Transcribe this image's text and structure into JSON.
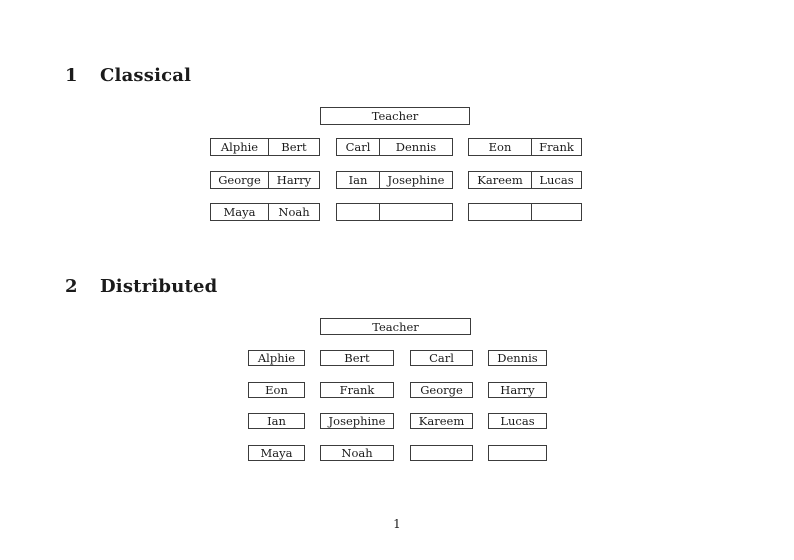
{
  "palette": {
    "background": "#ffffff",
    "border": "#3c3c3c",
    "text": "#1b1b1b"
  },
  "footer": {
    "page_number": "1"
  },
  "classical": {
    "number": "1",
    "title": "Classical",
    "teacher_label": "Teacher",
    "desks": [
      [
        [
          "Alphie",
          "Bert"
        ],
        [
          "Carl",
          "Dennis"
        ],
        [
          "Eon",
          "Frank"
        ]
      ],
      [
        [
          "George",
          "Harry"
        ],
        [
          "Ian",
          "Josephine"
        ],
        [
          "Kareem",
          "Lucas"
        ]
      ],
      [
        [
          "Maya",
          "Noah"
        ],
        [
          "",
          ""
        ],
        [
          "",
          ""
        ]
      ]
    ]
  },
  "distributed": {
    "number": "2",
    "title": "Distributed",
    "teacher_label": "Teacher",
    "seats": [
      [
        "Alphie",
        "Bert",
        "Carl",
        "Dennis"
      ],
      [
        "Eon",
        "Frank",
        "George",
        "Harry"
      ],
      [
        "Ian",
        "Josephine",
        "Kareem",
        "Lucas"
      ],
      [
        "Maya",
        "Noah",
        "",
        ""
      ]
    ]
  }
}
